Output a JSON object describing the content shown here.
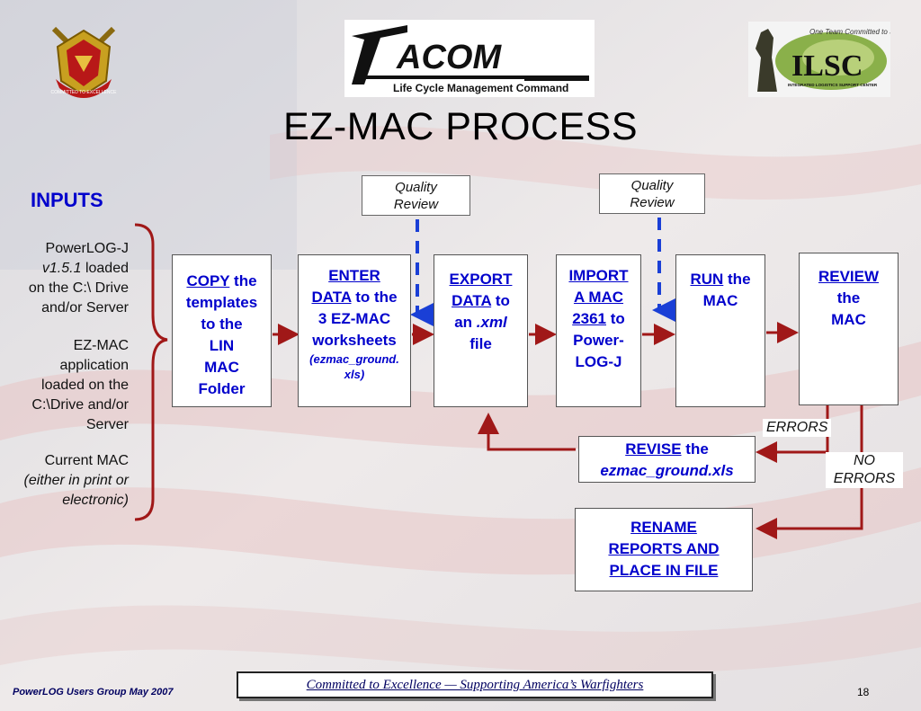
{
  "title": "EZ-MAC PROCESS",
  "logos": {
    "tacom_word": "ACOM",
    "tacom_tagline": "Life Cycle Management Command",
    "ilsc_word": "ILSC",
    "ilsc_motto": "One Team Committed to Soldiers",
    "ilsc_sub": "INTEGRATED LOGISTICS SUPPORT CENTER",
    "crest_ribbon": "COMMITTED TO EXCELLENCE"
  },
  "inputs": {
    "heading": "INPUTS",
    "item1_line1": "PowerLOG-J",
    "item1_version": "v1.5.1",
    "item1_loaded": " loaded",
    "item1_line3": "on the C:\\ Drive",
    "item1_line4": "and/or Server",
    "item2_line1": "EZ-MAC",
    "item2_line2": "application",
    "item2_line3": "loaded on the",
    "item2_line4": "C:\\Drive and/or",
    "item2_line5": "Server",
    "item3_line1": "Current MAC",
    "item3_line2": "(either in print or",
    "item3_line3": "electronic)"
  },
  "quality_review": {
    "left_line1": "Quality",
    "left_line2": "Review",
    "right_line1": "Quality",
    "right_line2": "Review"
  },
  "steps": {
    "copy_key": "COPY",
    "copy_rest1": " the",
    "copy_rest2": "templates",
    "copy_rest3": "to the",
    "copy_rest4": "LIN",
    "copy_rest5": "MAC",
    "copy_rest6": "Folder",
    "enter_key1": "ENTER",
    "enter_key2": "DATA",
    "enter_rest1": " to the",
    "enter_rest2": "3 EZ-MAC",
    "enter_rest3": "worksheets",
    "enter_file1": "(ezmac_ground.",
    "enter_file2": "xls)",
    "export_key1": "EXPORT",
    "export_key2": "DATA",
    "export_rest1": " to",
    "export_rest2": "an ",
    "export_ext": ".xml",
    "export_rest3": "file",
    "import_key1": "IMPORT",
    "import_key2": "A MAC",
    "import_key3": "2361",
    "import_rest1": " to",
    "import_rest2": "Power-",
    "import_rest3": "LOG-J",
    "run_key": "RUN",
    "run_rest1": " the",
    "run_rest2": "MAC",
    "review_key": "REVIEW",
    "review_rest1": "the",
    "review_rest2": "MAC",
    "revise_key": "REVISE",
    "revise_rest": " the",
    "revise_file": "ezmac_ground.xls",
    "rename_line1": "RENAME",
    "rename_line2": "REPORTS AND",
    "rename_line3": "PLACE IN FILE"
  },
  "labels": {
    "errors": "ERRORS",
    "no_errors_line1": "NO",
    "no_errors_line2": "ERRORS"
  },
  "footer": {
    "left": "PowerLOG Users Group May 2007",
    "center": "Committed to Excellence — Supporting America’s Warfighters",
    "page": "18"
  },
  "colors": {
    "text_blue": "#0000cc",
    "arrow_red": "#a01818",
    "dash_blue": "#1a3fd6"
  }
}
